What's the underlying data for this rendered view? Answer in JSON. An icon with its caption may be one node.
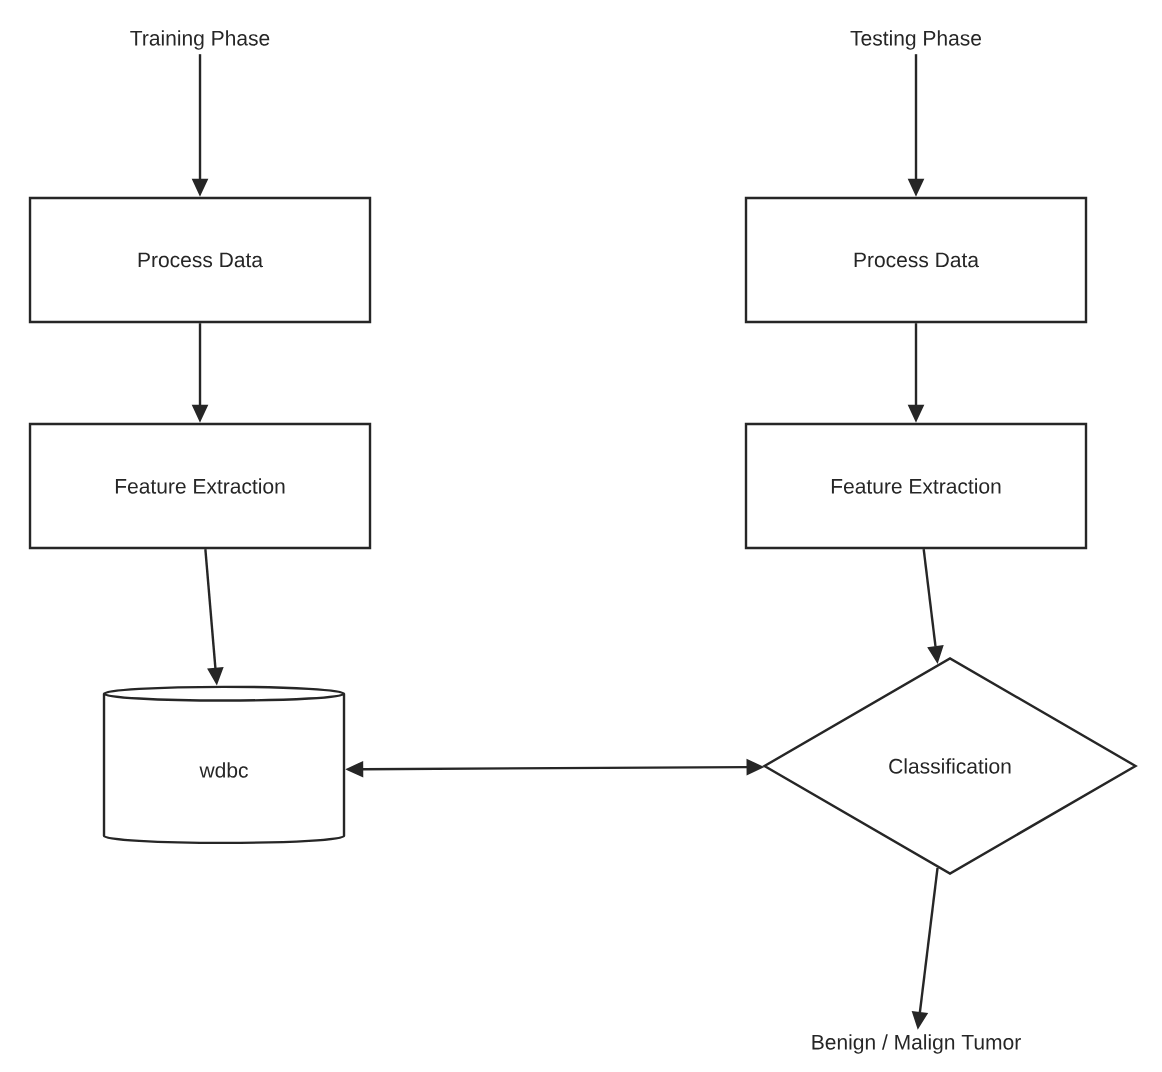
{
  "diagram": {
    "nodes": [
      {
        "text": [
          "Training Phase"
        ]
      },
      {
        "text": [
          "Process Data"
        ]
      },
      {
        "text": [
          "Feature Extraction"
        ]
      },
      {
        "text": [
          "wdbc"
        ]
      },
      {
        "text": [
          "Testing Phase"
        ]
      },
      {
        "text": [
          "Process Data"
        ]
      },
      {
        "text": [
          "Feature Extraction"
        ]
      },
      {
        "text": [
          "Classification"
        ]
      },
      {
        "text": [
          "Benign / Malign Tumor"
        ]
      }
    ],
    "edges": [
      {
        "from": 0,
        "to": 1,
        "arrow": "to"
      },
      {
        "from": 1,
        "to": 2,
        "arrow": "to"
      },
      {
        "from": 2,
        "to": 3,
        "arrow": "to"
      },
      {
        "from": 4,
        "to": 5,
        "arrow": "to"
      },
      {
        "from": 5,
        "to": 6,
        "arrow": "to"
      },
      {
        "from": 6,
        "to": 7,
        "arrow": "to"
      },
      {
        "from": 3,
        "to": 7,
        "arrow": "both"
      },
      {
        "from": 7,
        "to": 8,
        "arrow": "to"
      }
    ]
  }
}
